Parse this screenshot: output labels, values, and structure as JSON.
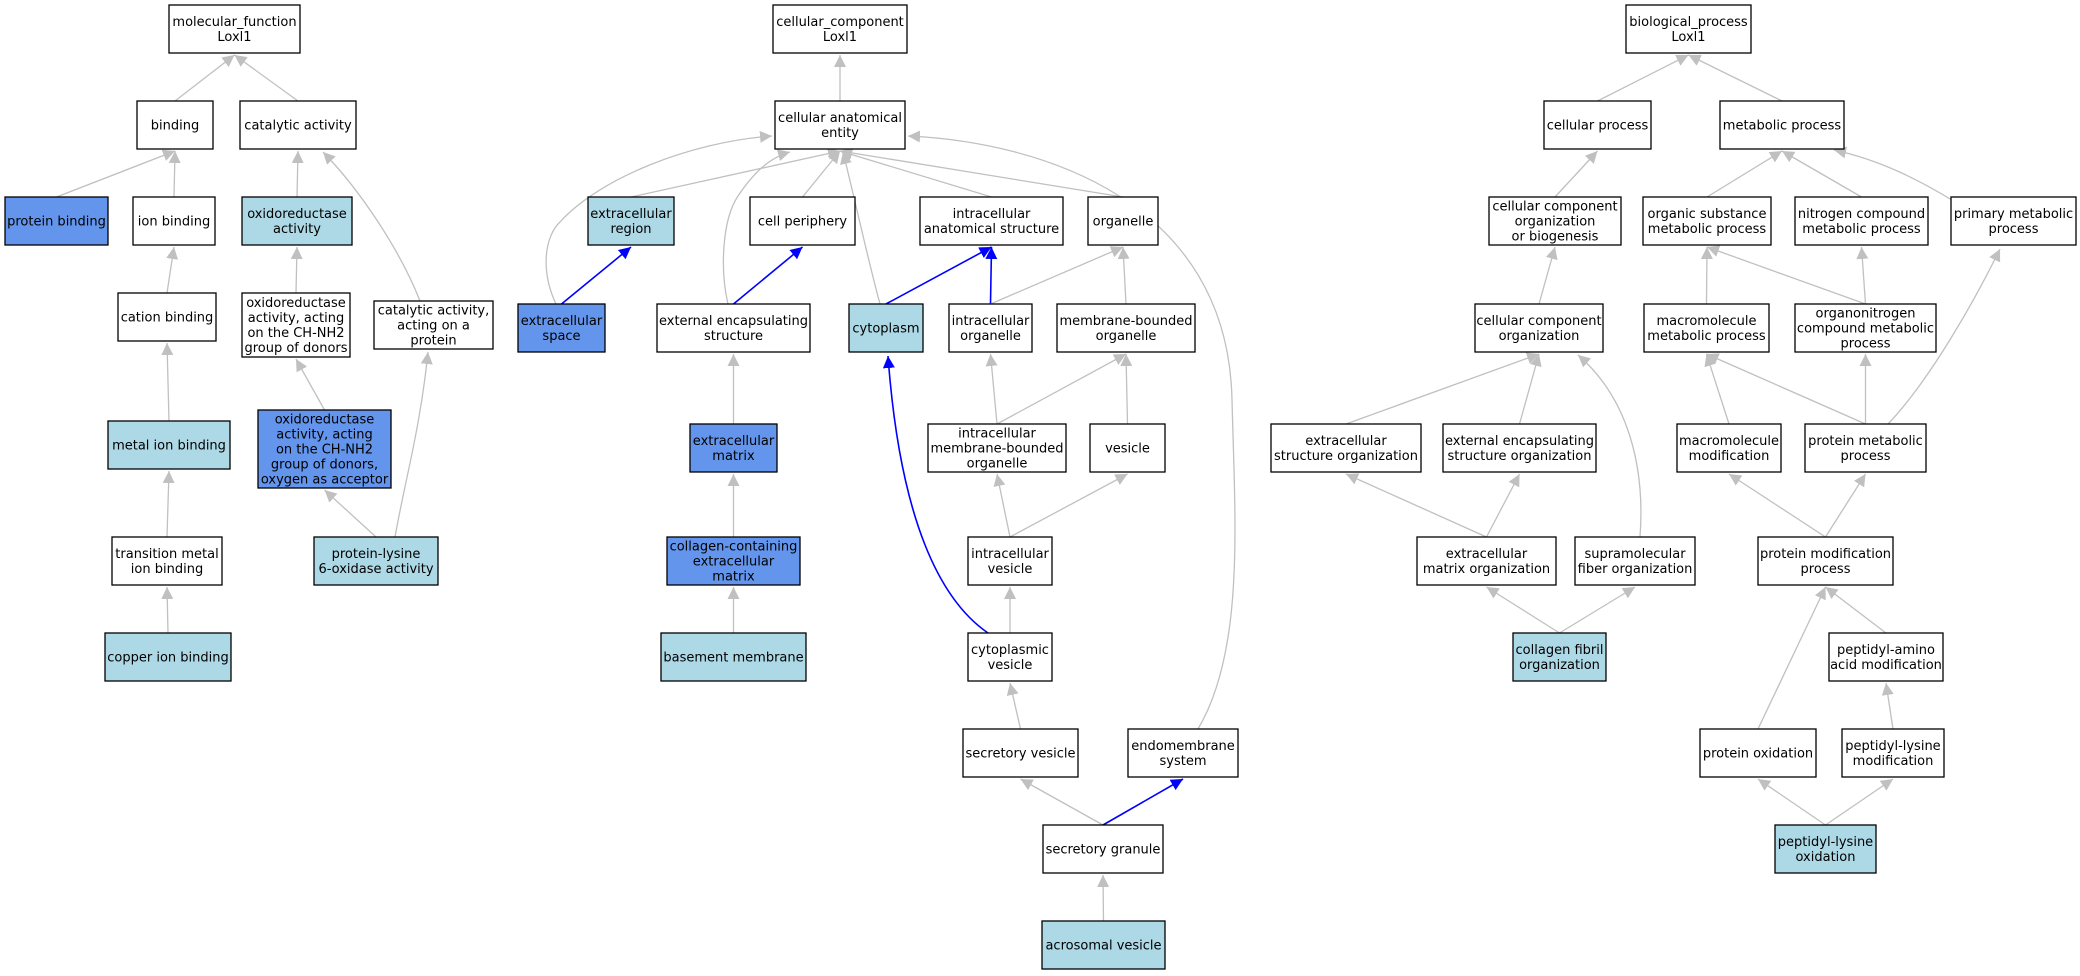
{
  "colors": {
    "white": "#ffffff",
    "light_blue": "#add8e6",
    "blue": "#6495ed",
    "edge_gray": "#c0c0c0",
    "edge_blue": "#0000ff"
  },
  "nodes": {
    "mf_root": {
      "lines": [
        "molecular_function",
        "Loxl1"
      ],
      "fill": "white"
    },
    "binding": {
      "lines": [
        "binding"
      ],
      "fill": "white"
    },
    "catalytic": {
      "lines": [
        "catalytic activity"
      ],
      "fill": "white"
    },
    "protein_binding": {
      "lines": [
        "protein binding"
      ],
      "fill": "blue"
    },
    "ion_binding": {
      "lines": [
        "ion binding"
      ],
      "fill": "white"
    },
    "oxidoreductase": {
      "lines": [
        "oxidoreductase",
        "activity"
      ],
      "fill": "light_blue"
    },
    "cation_binding": {
      "lines": [
        "cation binding"
      ],
      "fill": "white"
    },
    "oxido_ch_nh2": {
      "lines": [
        "oxidoreductase",
        "activity, acting",
        "on the CH-NH2",
        "group of donors"
      ],
      "fill": "white"
    },
    "catalytic_protein": {
      "lines": [
        "catalytic activity,",
        "acting on a",
        "protein"
      ],
      "fill": "white"
    },
    "metal_ion_binding": {
      "lines": [
        "metal ion binding"
      ],
      "fill": "light_blue"
    },
    "oxido_oxygen": {
      "lines": [
        "oxidoreductase",
        "activity, acting",
        "on the CH-NH2",
        "group of donors,",
        "oxygen as acceptor"
      ],
      "fill": "blue"
    },
    "transition_metal": {
      "lines": [
        "transition metal",
        "ion binding"
      ],
      "fill": "white"
    },
    "lysyl_oxidase": {
      "lines": [
        "protein-lysine",
        "6-oxidase activity"
      ],
      "fill": "light_blue"
    },
    "copper_ion": {
      "lines": [
        "copper ion binding"
      ],
      "fill": "light_blue"
    },
    "cc_root": {
      "lines": [
        "cellular_component",
        "Loxl1"
      ],
      "fill": "white"
    },
    "cae": {
      "lines": [
        "cellular anatomical",
        "entity"
      ],
      "fill": "white"
    },
    "ext_region": {
      "lines": [
        "extracellular",
        "region"
      ],
      "fill": "light_blue"
    },
    "cell_periphery": {
      "lines": [
        "cell periphery"
      ],
      "fill": "white"
    },
    "intracell_anat": {
      "lines": [
        "intracellular",
        "anatomical structure"
      ],
      "fill": "white"
    },
    "organelle": {
      "lines": [
        "organelle"
      ],
      "fill": "white"
    },
    "ext_space": {
      "lines": [
        "extracellular",
        "space"
      ],
      "fill": "blue"
    },
    "ext_encaps": {
      "lines": [
        "external encapsulating",
        "structure"
      ],
      "fill": "white"
    },
    "cytoplasm": {
      "lines": [
        "cytoplasm"
      ],
      "fill": "light_blue"
    },
    "intracell_org": {
      "lines": [
        "intracellular",
        "organelle"
      ],
      "fill": "white"
    },
    "mb_organelle": {
      "lines": [
        "membrane-bounded",
        "organelle"
      ],
      "fill": "white"
    },
    "ext_matrix": {
      "lines": [
        "extracellular",
        "matrix"
      ],
      "fill": "blue"
    },
    "intracell_mb_org": {
      "lines": [
        "intracellular",
        "membrane-bounded",
        "organelle"
      ],
      "fill": "white"
    },
    "vesicle": {
      "lines": [
        "vesicle"
      ],
      "fill": "white"
    },
    "collagen_ecm": {
      "lines": [
        "collagen-containing",
        "extracellular",
        "matrix"
      ],
      "fill": "blue"
    },
    "intracell_vesicle": {
      "lines": [
        "intracellular",
        "vesicle"
      ],
      "fill": "white"
    },
    "basement_membrane": {
      "lines": [
        "basement membrane"
      ],
      "fill": "light_blue"
    },
    "cyto_vesicle": {
      "lines": [
        "cytoplasmic",
        "vesicle"
      ],
      "fill": "white"
    },
    "secretory_vesicle": {
      "lines": [
        "secretory vesicle"
      ],
      "fill": "white"
    },
    "endomembrane": {
      "lines": [
        "endomembrane",
        "system"
      ],
      "fill": "white"
    },
    "secretory_granule": {
      "lines": [
        "secretory granule"
      ],
      "fill": "white"
    },
    "acrosomal_vesicle": {
      "lines": [
        "acrosomal vesicle"
      ],
      "fill": "light_blue"
    },
    "bp_root": {
      "lines": [
        "biological_process",
        "Loxl1"
      ],
      "fill": "white"
    },
    "cellular_process": {
      "lines": [
        "cellular process"
      ],
      "fill": "white"
    },
    "metabolic_process": {
      "lines": [
        "metabolic process"
      ],
      "fill": "white"
    },
    "ccob": {
      "lines": [
        "cellular component",
        "organization",
        "or biogenesis"
      ],
      "fill": "white"
    },
    "organic_subst": {
      "lines": [
        "organic substance",
        "metabolic process"
      ],
      "fill": "white"
    },
    "nitrogen_compound": {
      "lines": [
        "nitrogen compound",
        "metabolic process"
      ],
      "fill": "white"
    },
    "primary_metabolic": {
      "lines": [
        "primary metabolic",
        "process"
      ],
      "fill": "white"
    },
    "cc_org": {
      "lines": [
        "cellular component",
        "organization"
      ],
      "fill": "white"
    },
    "macromolecule_met": {
      "lines": [
        "macromolecule",
        "metabolic process"
      ],
      "fill": "white"
    },
    "organonitrogen": {
      "lines": [
        "organonitrogen",
        "compound metabolic",
        "process"
      ],
      "fill": "white"
    },
    "ext_struct_org": {
      "lines": [
        "extracellular",
        "structure organization"
      ],
      "fill": "white"
    },
    "ext_encaps_org": {
      "lines": [
        "external encapsulating",
        "structure organization"
      ],
      "fill": "white"
    },
    "macromolecule_mod": {
      "lines": [
        "macromolecule",
        "modification"
      ],
      "fill": "white"
    },
    "protein_metabolic": {
      "lines": [
        "protein metabolic",
        "process"
      ],
      "fill": "white"
    },
    "ecm_org": {
      "lines": [
        "extracellular",
        "matrix organization"
      ],
      "fill": "white"
    },
    "supramol_fiber": {
      "lines": [
        "supramolecular",
        "fiber organization"
      ],
      "fill": "white"
    },
    "protein_mod": {
      "lines": [
        "protein modification",
        "process"
      ],
      "fill": "white"
    },
    "collagen_fibril": {
      "lines": [
        "collagen fibril",
        "organization"
      ],
      "fill": "light_blue"
    },
    "peptidyl_amino": {
      "lines": [
        "peptidyl-amino",
        "acid modification"
      ],
      "fill": "white"
    },
    "protein_oxidation": {
      "lines": [
        "protein oxidation"
      ],
      "fill": "white"
    },
    "peptidyl_lysine_mod": {
      "lines": [
        "peptidyl-lysine",
        "modification"
      ],
      "fill": "white"
    },
    "peptidyl_lysine_ox": {
      "lines": [
        "peptidyl-lysine",
        "oxidation"
      ],
      "fill": "light_blue"
    }
  },
  "edges": [
    {
      "from": "binding",
      "to": "mf_root"
    },
    {
      "from": "catalytic",
      "to": "mf_root"
    },
    {
      "from": "protein_binding",
      "to": "binding"
    },
    {
      "from": "ion_binding",
      "to": "binding"
    },
    {
      "from": "oxidoreductase",
      "to": "catalytic"
    },
    {
      "from": "catalytic_protein",
      "to": "catalytic"
    },
    {
      "from": "cation_binding",
      "to": "ion_binding"
    },
    {
      "from": "oxido_ch_nh2",
      "to": "oxidoreductase"
    },
    {
      "from": "metal_ion_binding",
      "to": "cation_binding"
    },
    {
      "from": "oxido_oxygen",
      "to": "oxido_ch_nh2"
    },
    {
      "from": "transition_metal",
      "to": "metal_ion_binding"
    },
    {
      "from": "lysyl_oxidase",
      "to": "oxido_oxygen"
    },
    {
      "from": "lysyl_oxidase",
      "to": "catalytic_protein"
    },
    {
      "from": "copper_ion",
      "to": "transition_metal"
    },
    {
      "from": "cae",
      "to": "cc_root"
    },
    {
      "from": "ext_region",
      "to": "cae"
    },
    {
      "from": "cell_periphery",
      "to": "cae"
    },
    {
      "from": "intracell_anat",
      "to": "cae"
    },
    {
      "from": "organelle",
      "to": "cae"
    },
    {
      "from": "ext_space",
      "to": "cae"
    },
    {
      "from": "ext_encaps",
      "to": "cae"
    },
    {
      "from": "cytoplasm",
      "to": "cae"
    },
    {
      "from": "endomembrane",
      "to": "cae"
    },
    {
      "from": "ext_space",
      "to": "ext_region",
      "blue": true
    },
    {
      "from": "ext_encaps",
      "to": "cell_periphery",
      "blue": true
    },
    {
      "from": "cytoplasm",
      "to": "intracell_anat",
      "blue": true
    },
    {
      "from": "intracell_org",
      "to": "intracell_anat",
      "blue": true
    },
    {
      "from": "intracell_org",
      "to": "organelle"
    },
    {
      "from": "mb_organelle",
      "to": "organelle"
    },
    {
      "from": "ext_matrix",
      "to": "ext_encaps"
    },
    {
      "from": "intracell_mb_org",
      "to": "intracell_org"
    },
    {
      "from": "intracell_mb_org",
      "to": "mb_organelle"
    },
    {
      "from": "vesicle",
      "to": "mb_organelle"
    },
    {
      "from": "collagen_ecm",
      "to": "ext_matrix"
    },
    {
      "from": "intracell_vesicle",
      "to": "intracell_mb_org"
    },
    {
      "from": "intracell_vesicle",
      "to": "vesicle"
    },
    {
      "from": "basement_membrane",
      "to": "collagen_ecm"
    },
    {
      "from": "cyto_vesicle",
      "to": "intracell_vesicle"
    },
    {
      "from": "cyto_vesicle",
      "to": "cytoplasm",
      "blue": true
    },
    {
      "from": "secretory_vesicle",
      "to": "cyto_vesicle"
    },
    {
      "from": "secretory_granule",
      "to": "secretory_vesicle"
    },
    {
      "from": "secretory_granule",
      "to": "endomembrane",
      "blue": true
    },
    {
      "from": "acrosomal_vesicle",
      "to": "secretory_granule"
    },
    {
      "from": "cellular_process",
      "to": "bp_root"
    },
    {
      "from": "metabolic_process",
      "to": "bp_root"
    },
    {
      "from": "ccob",
      "to": "cellular_process"
    },
    {
      "from": "organic_subst",
      "to": "metabolic_process"
    },
    {
      "from": "nitrogen_compound",
      "to": "metabolic_process"
    },
    {
      "from": "primary_metabolic",
      "to": "metabolic_process"
    },
    {
      "from": "cc_org",
      "to": "ccob"
    },
    {
      "from": "macromolecule_met",
      "to": "organic_subst"
    },
    {
      "from": "organonitrogen",
      "to": "organic_subst"
    },
    {
      "from": "organonitrogen",
      "to": "nitrogen_compound"
    },
    {
      "from": "ext_struct_org",
      "to": "cc_org"
    },
    {
      "from": "ext_encaps_org",
      "to": "cc_org"
    },
    {
      "from": "supramol_fiber",
      "to": "cc_org"
    },
    {
      "from": "macromolecule_mod",
      "to": "macromolecule_met"
    },
    {
      "from": "protein_metabolic",
      "to": "macromolecule_met"
    },
    {
      "from": "protein_metabolic",
      "to": "organonitrogen"
    },
    {
      "from": "protein_metabolic",
      "to": "primary_metabolic"
    },
    {
      "from": "ecm_org",
      "to": "ext_struct_org"
    },
    {
      "from": "ecm_org",
      "to": "ext_encaps_org"
    },
    {
      "from": "protein_mod",
      "to": "macromolecule_mod"
    },
    {
      "from": "protein_mod",
      "to": "protein_metabolic"
    },
    {
      "from": "collagen_fibril",
      "to": "ecm_org"
    },
    {
      "from": "collagen_fibril",
      "to": "supramol_fiber"
    },
    {
      "from": "peptidyl_amino",
      "to": "protein_mod"
    },
    {
      "from": "protein_oxidation",
      "to": "protein_mod"
    },
    {
      "from": "peptidyl_lysine_mod",
      "to": "peptidyl_amino"
    },
    {
      "from": "peptidyl_lysine_ox",
      "to": "protein_oxidation"
    },
    {
      "from": "peptidyl_lysine_ox",
      "to": "peptidyl_lysine_mod"
    }
  ]
}
